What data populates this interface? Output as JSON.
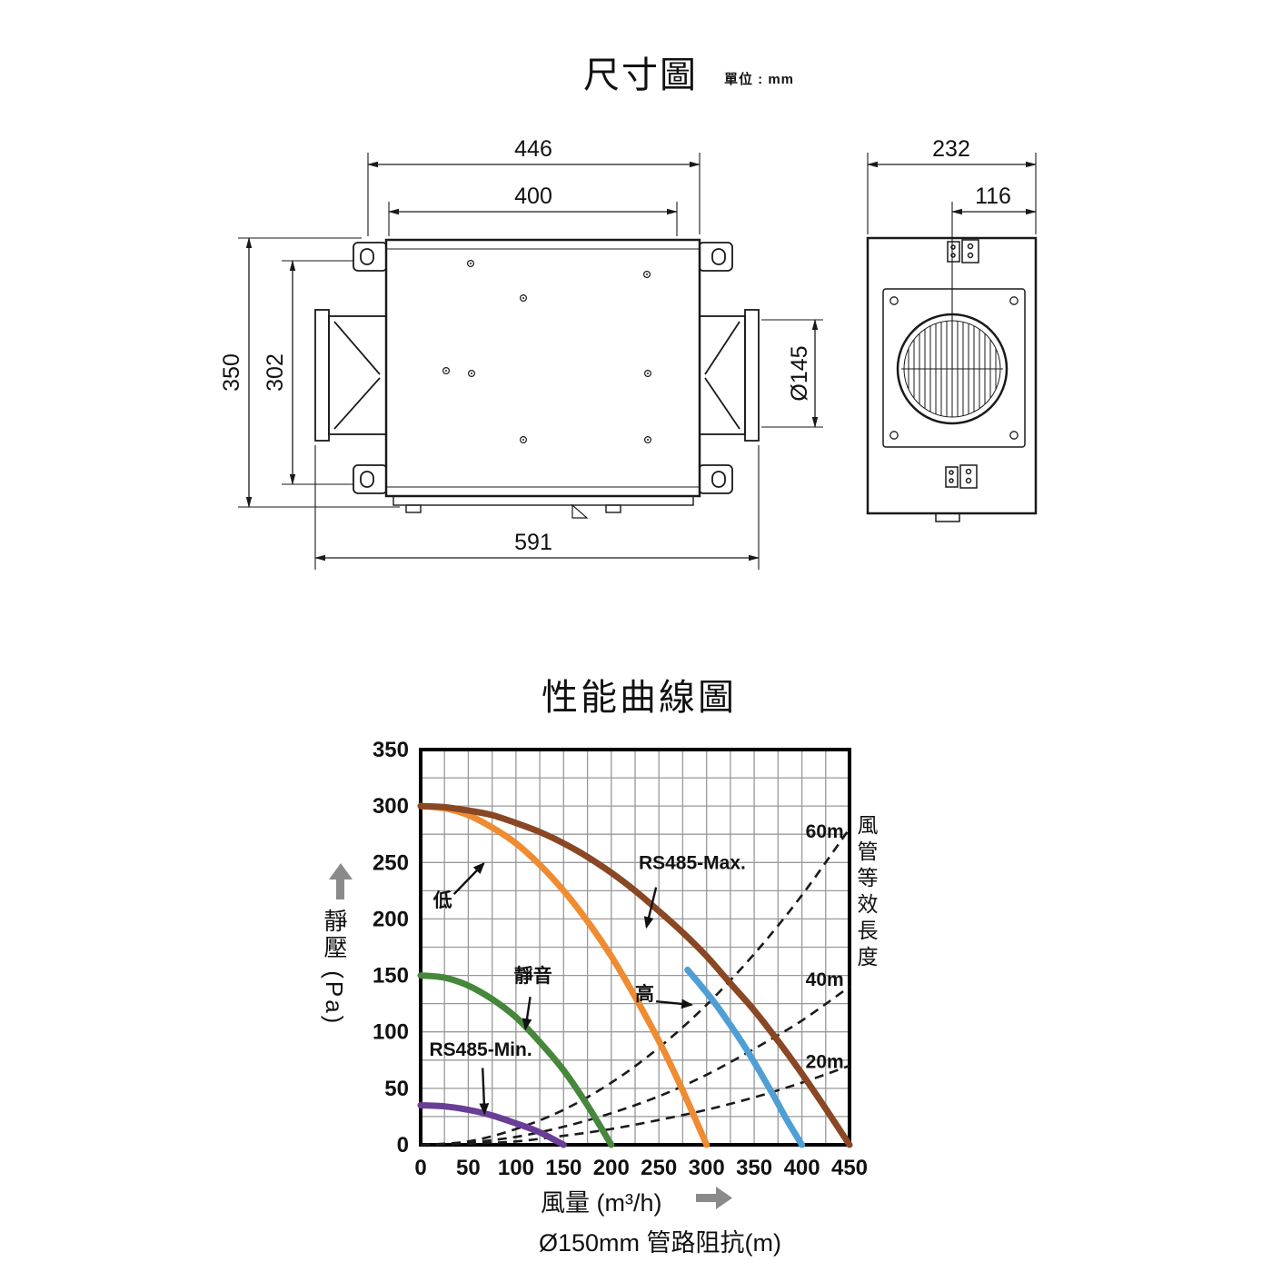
{
  "dimension_section": {
    "title": "尺寸圖",
    "unit_label": "單位 : mm",
    "top_view": {
      "dim_446": "446",
      "dim_400": "400",
      "dim_350": "350",
      "dim_302": "302",
      "dim_591": "591",
      "dim_duct": "Ø145"
    },
    "side_view": {
      "dim_232": "232",
      "dim_116": "116"
    }
  },
  "performance_section": {
    "title": "性能曲線圖"
  },
  "chart_data": {
    "type": "line",
    "title": "性能曲線圖",
    "xlabel": "風量 (m³/h)",
    "ylabel": "靜壓 (Pa)",
    "x_sub_label": "Ø150mm 管路阻抗(m)",
    "right_axis_label": "風管等效長度",
    "xlim": [
      0,
      450
    ],
    "ylim": [
      0,
      350
    ],
    "x_ticks": [
      0,
      50,
      100,
      150,
      200,
      250,
      300,
      350,
      400,
      450
    ],
    "y_ticks": [
      0,
      50,
      100,
      150,
      200,
      250,
      300,
      350
    ],
    "grid_step": 25,
    "grid": true,
    "series": [
      {
        "name": "20m",
        "color": "#1a1a1a",
        "style": "dashed",
        "points": [
          [
            0,
            0
          ],
          [
            50,
            1
          ],
          [
            100,
            3
          ],
          [
            150,
            8
          ],
          [
            200,
            14
          ],
          [
            250,
            22
          ],
          [
            300,
            31
          ],
          [
            350,
            42
          ],
          [
            400,
            55
          ],
          [
            450,
            70
          ]
        ]
      },
      {
        "name": "40m",
        "color": "#1a1a1a",
        "style": "dashed",
        "points": [
          [
            0,
            0
          ],
          [
            50,
            2
          ],
          [
            100,
            7
          ],
          [
            150,
            16
          ],
          [
            200,
            28
          ],
          [
            250,
            43
          ],
          [
            300,
            62
          ],
          [
            350,
            85
          ],
          [
            400,
            110
          ],
          [
            450,
            140
          ]
        ]
      },
      {
        "name": "60m",
        "color": "#1a1a1a",
        "style": "dashed",
        "points": [
          [
            0,
            0
          ],
          [
            50,
            3
          ],
          [
            100,
            14
          ],
          [
            150,
            31
          ],
          [
            200,
            55
          ],
          [
            250,
            86
          ],
          [
            300,
            124
          ],
          [
            350,
            169
          ],
          [
            400,
            221
          ],
          [
            450,
            280
          ]
        ]
      },
      {
        "name": "RS485-Min.",
        "color": "#6a3d96",
        "style": "solid",
        "points": [
          [
            0,
            35
          ],
          [
            25,
            34
          ],
          [
            50,
            31
          ],
          [
            75,
            26
          ],
          [
            100,
            19
          ],
          [
            125,
            11
          ],
          [
            150,
            0
          ]
        ]
      },
      {
        "name": "靜音",
        "color": "#46873c",
        "style": "solid",
        "points": [
          [
            0,
            150
          ],
          [
            25,
            148
          ],
          [
            50,
            141
          ],
          [
            75,
            129
          ],
          [
            100,
            113
          ],
          [
            125,
            91
          ],
          [
            150,
            66
          ],
          [
            175,
            35
          ],
          [
            200,
            0
          ]
        ]
      },
      {
        "name": "低",
        "color": "#ef8b31",
        "style": "solid",
        "points": [
          [
            0,
            300
          ],
          [
            25,
            298
          ],
          [
            50,
            292
          ],
          [
            75,
            281
          ],
          [
            100,
            267
          ],
          [
            125,
            248
          ],
          [
            150,
            225
          ],
          [
            175,
            198
          ],
          [
            200,
            167
          ],
          [
            225,
            131
          ],
          [
            250,
            92
          ],
          [
            275,
            48
          ],
          [
            300,
            0
          ]
        ]
      },
      {
        "name": "RS485-Max.",
        "color": "#8a4724",
        "style": "solid",
        "points": [
          [
            0,
            300
          ],
          [
            25,
            299
          ],
          [
            50,
            296
          ],
          [
            75,
            292
          ],
          [
            100,
            285
          ],
          [
            125,
            277
          ],
          [
            150,
            267
          ],
          [
            175,
            255
          ],
          [
            200,
            241
          ],
          [
            225,
            225
          ],
          [
            250,
            207
          ],
          [
            275,
            188
          ],
          [
            300,
            167
          ],
          [
            325,
            143
          ],
          [
            350,
            119
          ],
          [
            375,
            92
          ],
          [
            400,
            63
          ],
          [
            425,
            32
          ],
          [
            450,
            0
          ]
        ]
      },
      {
        "name": "高",
        "color": "#4f9fd4",
        "style": "solid",
        "points": [
          [
            280,
            155
          ],
          [
            295,
            140
          ],
          [
            310,
            124
          ],
          [
            325,
            106
          ],
          [
            340,
            87
          ],
          [
            355,
            66
          ],
          [
            370,
            44
          ],
          [
            385,
            21
          ],
          [
            400,
            0
          ]
        ]
      }
    ],
    "annotations": [
      {
        "text": "RS485-Max.",
        "x": 285,
        "y": 244,
        "arrow": [
          247,
          228,
          237,
          193
        ]
      },
      {
        "text": "低",
        "x": 23,
        "y": 211,
        "arrow": [
          35,
          222,
          66,
          249
        ]
      },
      {
        "text": "靜音",
        "x": 118,
        "y": 144,
        "arrow": [
          115,
          131,
          110,
          103
        ]
      },
      {
        "text": "高",
        "x": 235,
        "y": 128,
        "arrow": [
          247,
          127,
          284,
          124
        ]
      },
      {
        "text": "RS485-Min.",
        "x": 63,
        "y": 79,
        "arrow": [
          65,
          68,
          67,
          28
        ]
      },
      {
        "text": "60m",
        "x": 424,
        "y": 272
      },
      {
        "text": "40m",
        "x": 424,
        "y": 141
      },
      {
        "text": "20m",
        "x": 424,
        "y": 68
      }
    ]
  }
}
